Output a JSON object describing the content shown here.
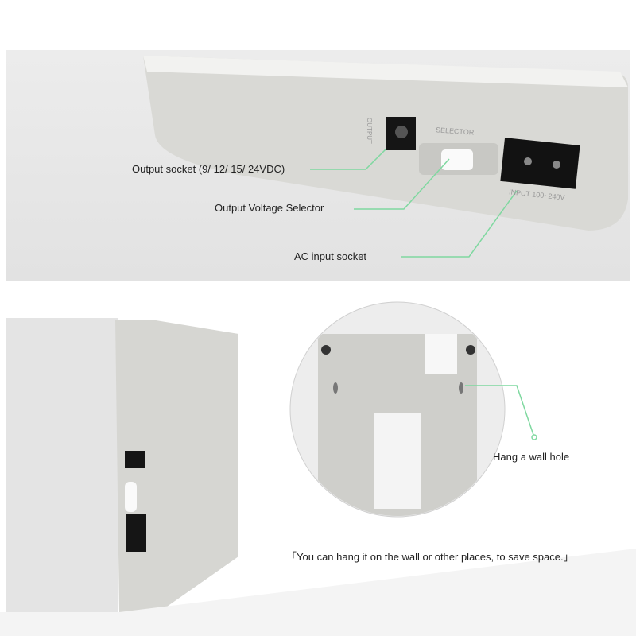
{
  "top_panel": {
    "device_text": {
      "selector": "SELECTOR",
      "output": "OUTPUT",
      "input": "INPUT 100~240V"
    },
    "callouts": [
      {
        "label": "Output socket (9/ 12/ 15/ 24VDC)"
      },
      {
        "label": "Output Voltage Selector"
      },
      {
        "label": "AC input socket"
      }
    ]
  },
  "bottom_panel": {
    "callout": {
      "label": "Hang a wall hole"
    },
    "caption": "You can hang it on the wall or other places, to save space.",
    "caption_open_bracket": "「",
    "caption_close_bracket": "」"
  },
  "colors": {
    "callout_line": "#7fd8a0",
    "panel_bg": "#e6e6e6",
    "device_body": "#dcdcd8"
  }
}
